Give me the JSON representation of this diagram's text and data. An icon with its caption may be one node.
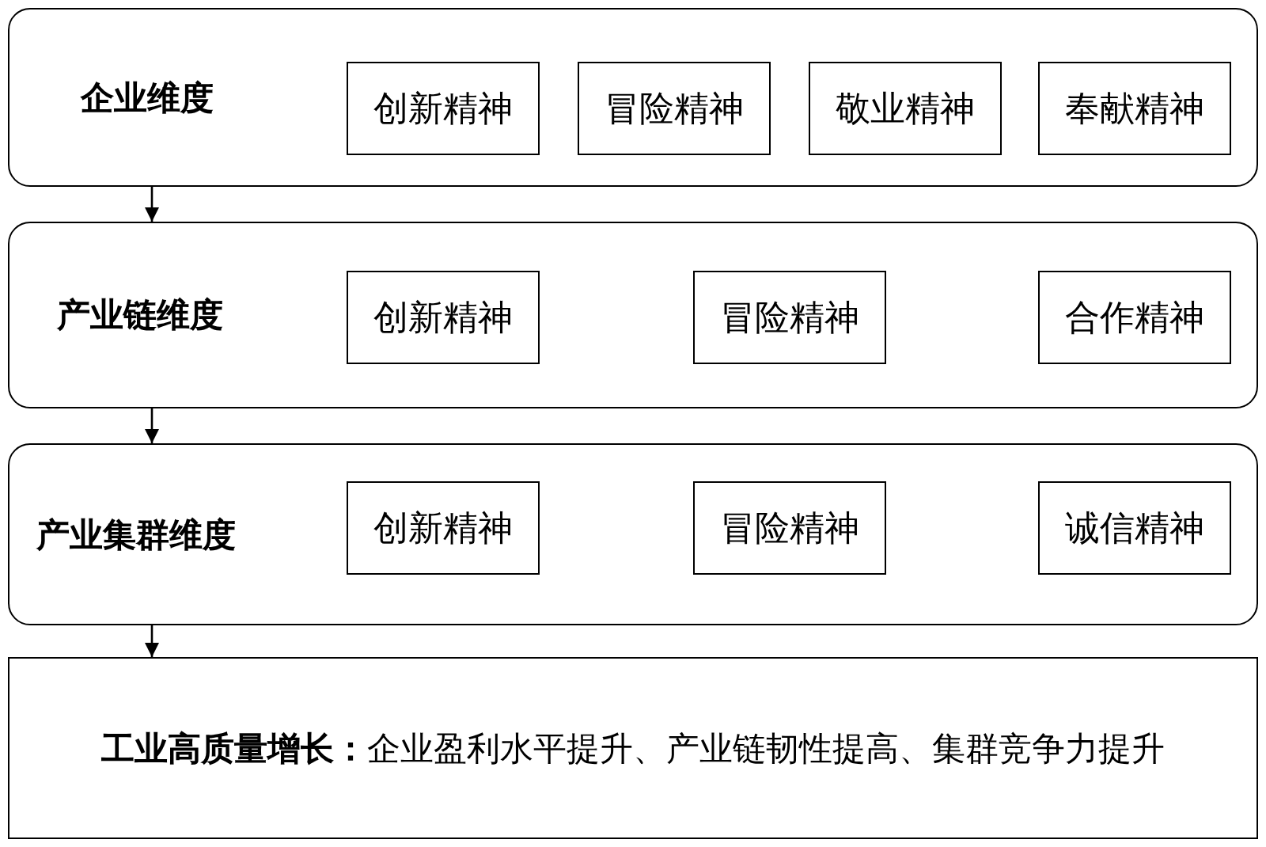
{
  "diagram": {
    "nodes": [
      {
        "text": [
          "企业维度"
        ]
      },
      {
        "text": [
          "创新精神"
        ],
        "in": 0
      },
      {
        "text": [
          "冒险精神"
        ],
        "in": 0
      },
      {
        "text": [
          "敬业精神"
        ],
        "in": 0
      },
      {
        "text": [
          "奉献精神"
        ],
        "in": 0
      },
      {
        "text": [
          "产业链维度"
        ]
      },
      {
        "text": [
          "创新精神"
        ],
        "in": 5
      },
      {
        "text": [
          "冒险精神"
        ],
        "in": 5
      },
      {
        "text": [
          "合作精神"
        ],
        "in": 5
      },
      {
        "text": [
          "产业集群维度"
        ]
      },
      {
        "text": [
          "创新精神"
        ],
        "in": 9
      },
      {
        "text": [
          "冒险精神"
        ],
        "in": 9
      },
      {
        "text": [
          "诚信精神"
        ],
        "in": 9
      },
      {
        "text": [
          "**工业高质量增长：**企业盈利水平提升、产业链韧性提高、集群竞争力提升"
        ]
      }
    ],
    "edges": [
      {
        "from": 0,
        "to": 5,
        "arrow": "to"
      },
      {
        "from": 5,
        "to": 9,
        "arrow": "to"
      },
      {
        "from": 9,
        "to": 13,
        "arrow": "to"
      }
    ]
  }
}
